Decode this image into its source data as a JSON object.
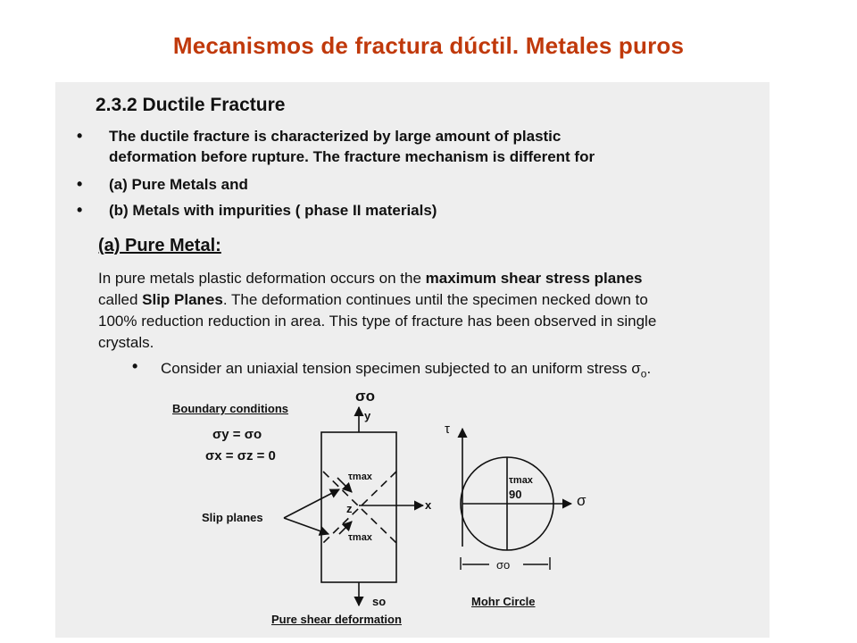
{
  "slide": {
    "title": "Mecanismos de fractura dúctil. Metales puros"
  },
  "document": {
    "section_heading": "2.3.2 Ductile Fracture",
    "bullets": [
      "The ductile fracture is characterized by large amount of plastic",
      "deformation before rupture.  The fracture mechanism is different for",
      "(a) Pure Metals and",
      "(b) Metals with impurities ( phase II materials)"
    ],
    "subheading": "(a) Pure Metal:",
    "paragraph": {
      "line1_a": "In pure metals plastic deformation occurs on the ",
      "line1_b": "maximum shear stress planes",
      "line2_a": "called ",
      "line2_b": "Slip Planes",
      "line2_c": ".  The deformation continues until the specimen necked down to",
      "line3": "100% reduction reduction in area.  This type of fracture has been observed in single",
      "line4": "crystals."
    },
    "sub_bullet": "Consider an uniaxial tension specimen subjected to an uniform stress σ",
    "sub_bullet_subscript": "o",
    "sub_bullet_end": "."
  },
  "diagram": {
    "boundary_title": "Boundary conditions",
    "bc_line1": "σy = σo",
    "bc_line2": "σx = σz = 0",
    "slip_planes": "Slip planes",
    "sigma_top": "σo",
    "y_label": "y",
    "x_label": "x",
    "z_label": "z",
    "tau_max_top": "τmax",
    "tau_max_bottom": "τmax",
    "so_label": "so",
    "pure_shear": "Pure shear deformation",
    "tau_axis": "τ",
    "sigma_axis": "σ",
    "mohr_tau_max": "τmax",
    "mohr_90": "90",
    "mohr_sigma_o": "σo",
    "mohr_title": "Mohr Circle"
  }
}
